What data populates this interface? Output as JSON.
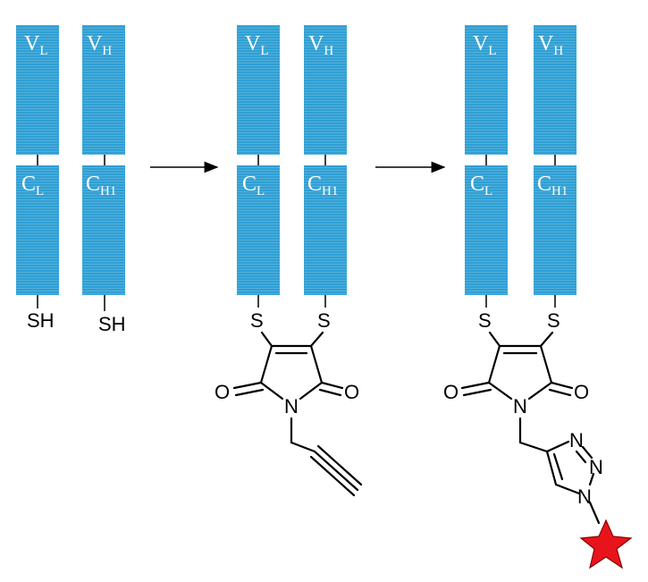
{
  "domains": {
    "vl": {
      "main": "V",
      "sub": "L"
    },
    "vh": {
      "main": "V",
      "sub": "H"
    },
    "cl": {
      "main": "C",
      "sub": "L"
    },
    "ch1": {
      "main": "C",
      "sub": "H1"
    }
  },
  "atoms": {
    "sh": "SH",
    "s": "S",
    "o": "O",
    "n": "N"
  },
  "colors": {
    "domain_blue": "#2f9fd4",
    "star_red": "#e8141b",
    "bond": "#000000"
  },
  "icons": {
    "fluorophore": "red-star-icon",
    "reaction_arrow": "right-arrow-icon"
  }
}
